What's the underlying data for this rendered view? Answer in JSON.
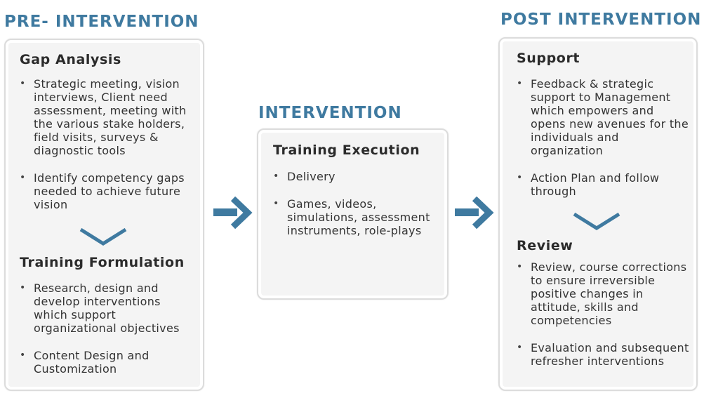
{
  "pre": {
    "title": "PRE- INTERVENTION",
    "gap": {
      "title": "Gap Analysis",
      "bullets": [
        "Strategic meeting, vision interviews, Client need assessment, meeting with the various stake holders, field visits, surveys & diagnostic tools",
        "Identify competency gaps needed to achieve future vision"
      ]
    },
    "formulation": {
      "title": "Training Formulation",
      "bullets": [
        "Research, design and develop interventions which support organizational objectives",
        "Content Design and Customization"
      ]
    }
  },
  "intervention": {
    "title": "INTERVENTION",
    "execution": {
      "title": "Training Execution",
      "bullets": [
        "Delivery",
        "Games, videos, simulations, assessment instruments, role-plays"
      ]
    }
  },
  "post": {
    "title": "POST INTERVENTION",
    "support": {
      "title": "Support",
      "bullets": [
        "Feedback & strategic support to Management which empowers and opens new avenues for the individuals and organization",
        "Action Plan and follow through"
      ]
    },
    "review": {
      "title": "Review",
      "bullets": [
        "Review, course corrections to ensure irreversible positive changes in attitude, skills and competencies",
        "Evaluation and subsequent refresher interventions"
      ]
    }
  },
  "colors": {
    "accent": "#3f7aa0",
    "card_bg": "#f4f4f4",
    "card_border": "#dcdcdc"
  },
  "icons": [
    "chevron-down-icon",
    "arrow-right-icon"
  ]
}
